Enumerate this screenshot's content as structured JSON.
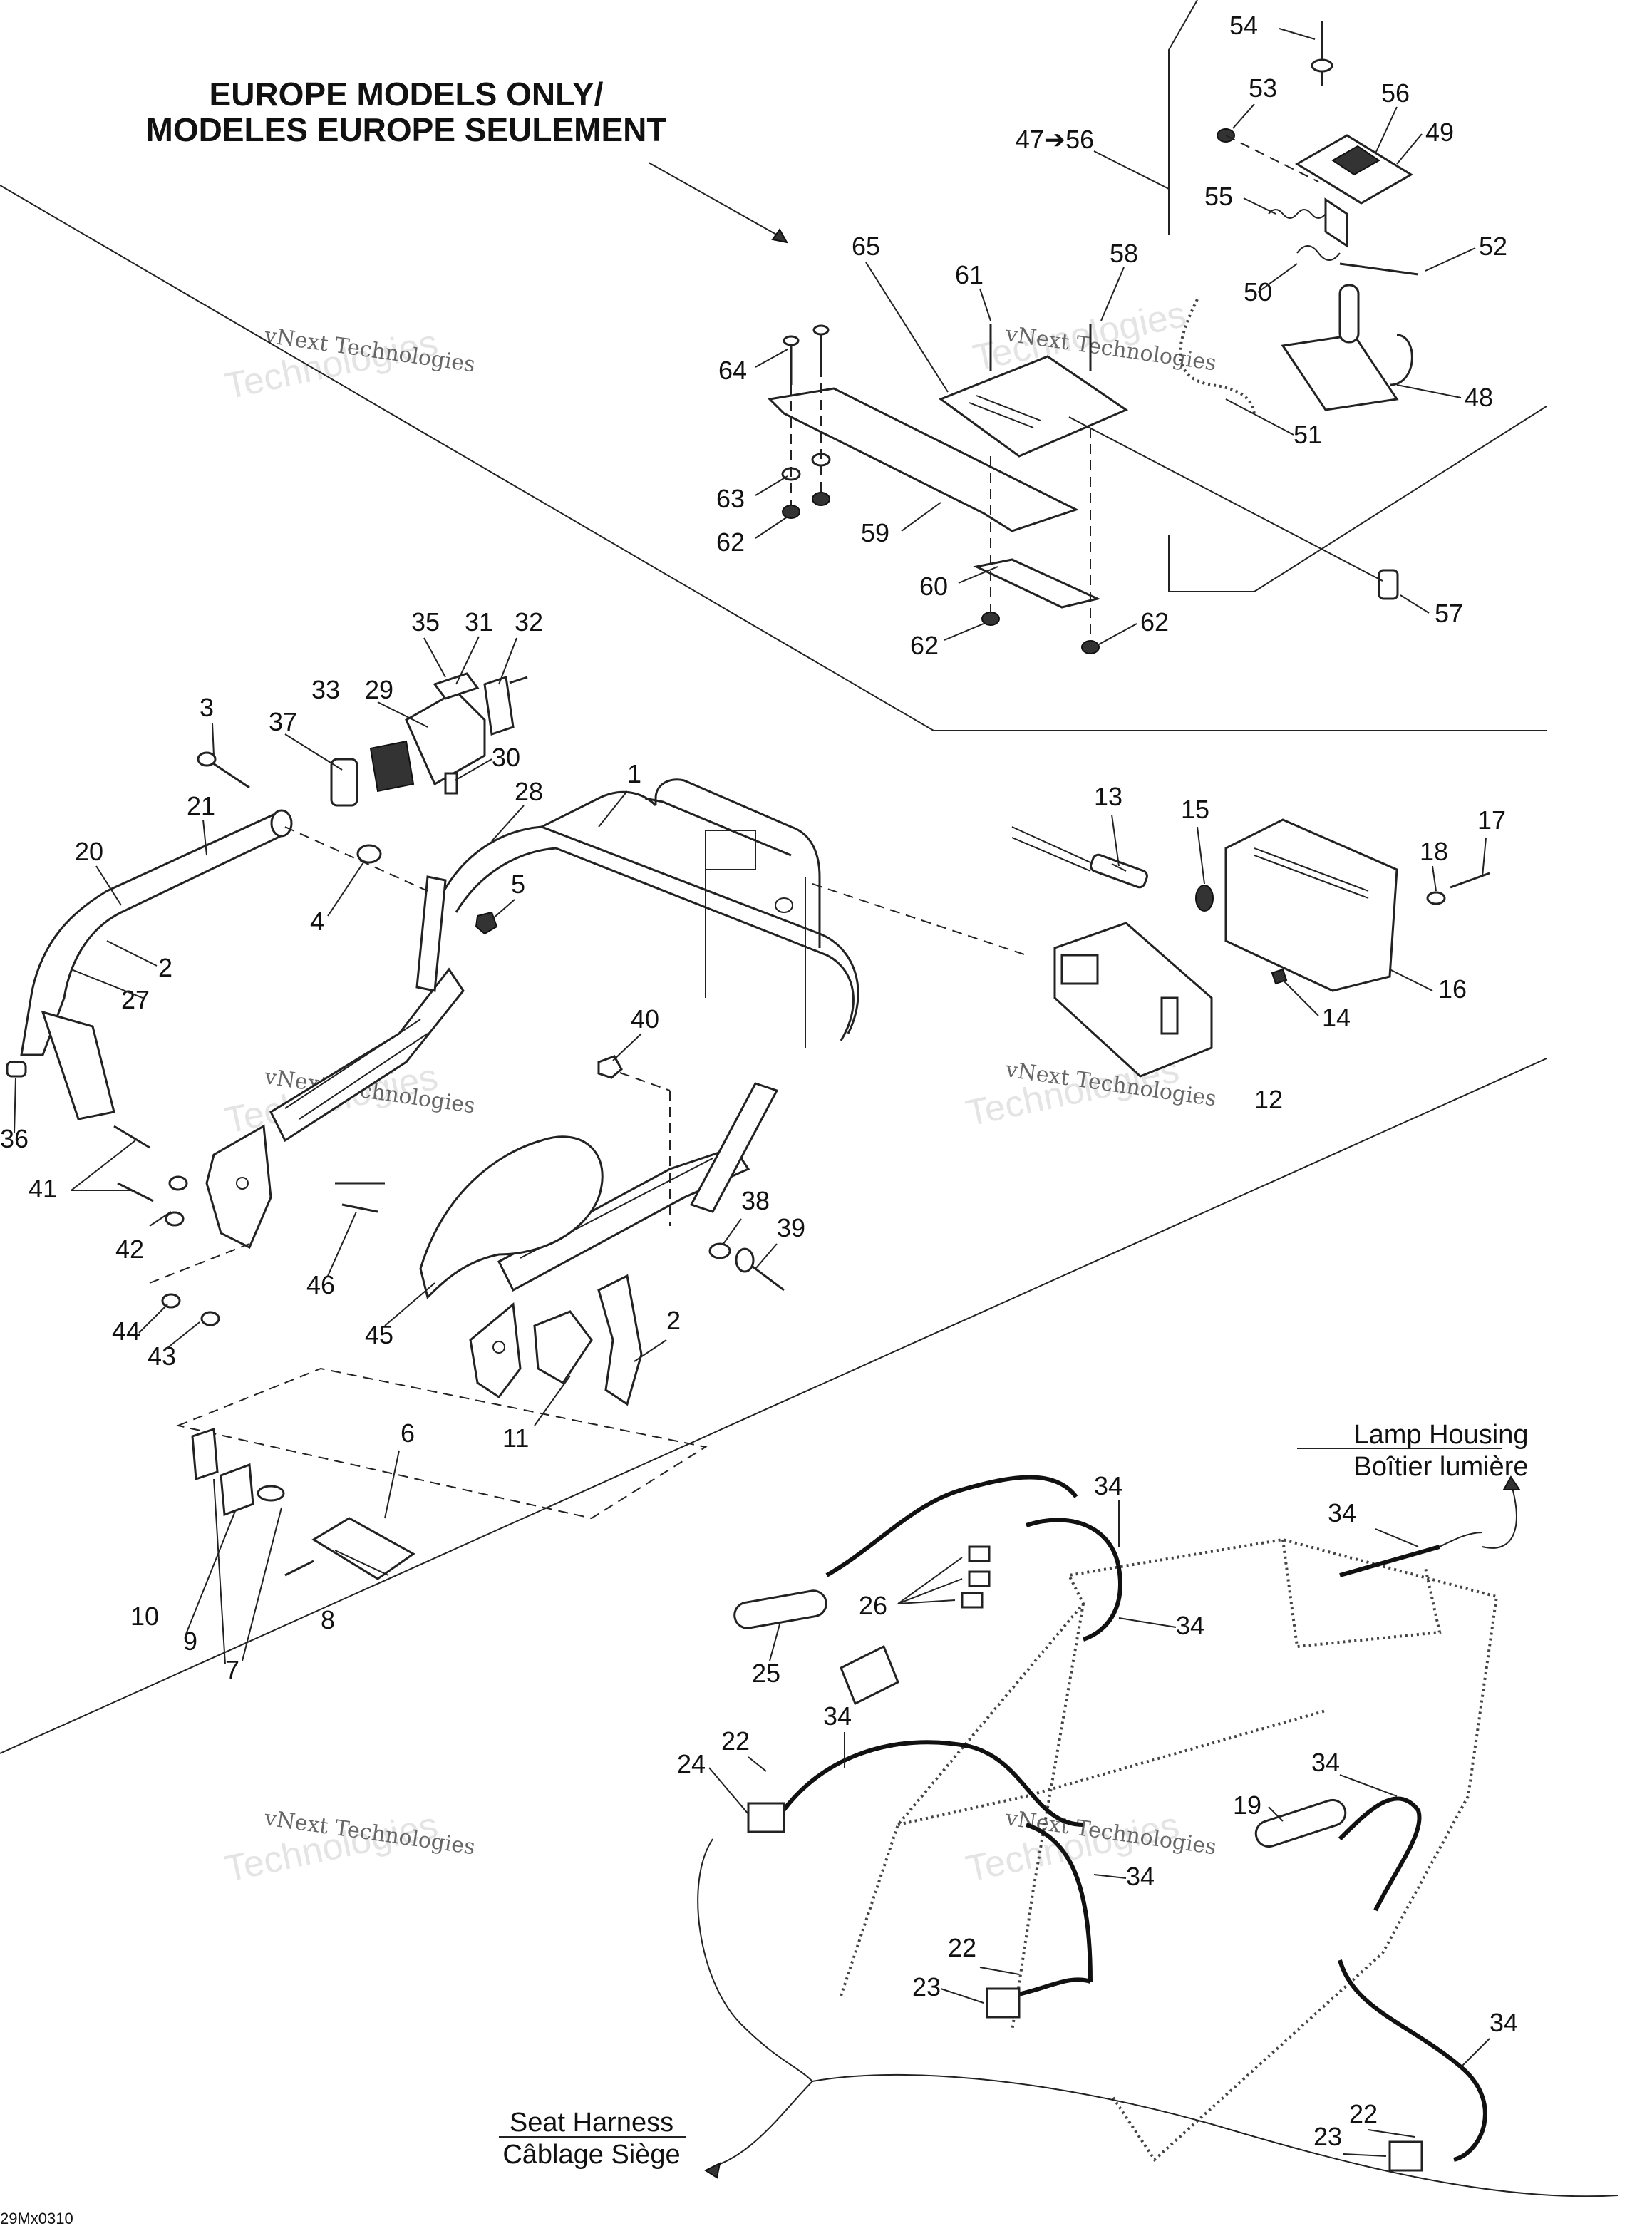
{
  "header": {
    "line1": "EUROPE MODELS ONLY/",
    "line2": "MODELES EUROPE SEULEMENT"
  },
  "range_label": "47➔56",
  "captions": {
    "lamp_housing_en": "Lamp Housing",
    "lamp_housing_fr": "Boîtier lumière",
    "seat_harness_en": "Seat Harness",
    "seat_harness_fr": "Câblage Siège"
  },
  "watermark": {
    "line1": "vNext Technologies",
    "line2": "Technologies"
  },
  "figure_code": "29Mx0310",
  "callouts": [
    "1",
    "2",
    "3",
    "4",
    "5",
    "6",
    "7",
    "8",
    "9",
    "10",
    "11",
    "12",
    "13",
    "14",
    "15",
    "16",
    "17",
    "18",
    "19",
    "20",
    "21",
    "22",
    "23",
    "24",
    "25",
    "26",
    "27",
    "28",
    "29",
    "30",
    "31",
    "32",
    "33",
    "34",
    "35",
    "36",
    "37",
    "38",
    "39",
    "40",
    "41",
    "42",
    "43",
    "44",
    "45",
    "46",
    "48",
    "49",
    "50",
    "51",
    "52",
    "53",
    "54",
    "55",
    "56",
    "57",
    "58",
    "59",
    "60",
    "61",
    "62",
    "63",
    "64",
    "65"
  ]
}
